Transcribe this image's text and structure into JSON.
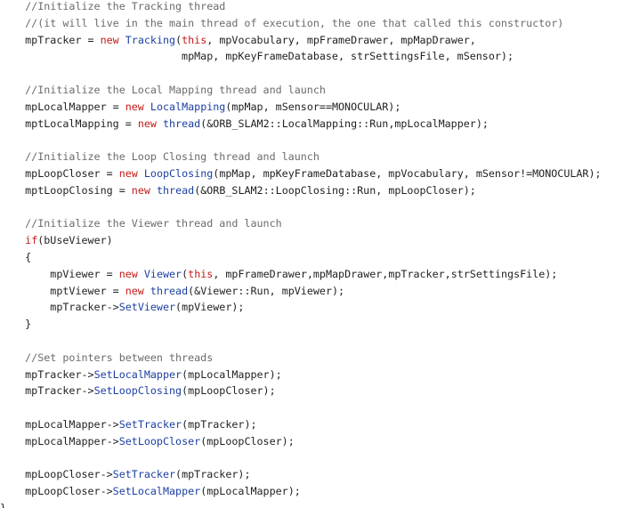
{
  "colors": {
    "background": "#ffffff",
    "plain": "#1f1f1f",
    "comment": "#6b6b6b",
    "keyword": "#c41a16",
    "type": "#1c3fa3"
  },
  "code": {
    "lines": [
      [
        [
          "comment",
          "    //Initialize the Tracking thread"
        ]
      ],
      [
        [
          "comment",
          "    //(it will live in the main thread of execution, the one that called this constructor)"
        ]
      ],
      [
        [
          "plain",
          "    mpTracker = "
        ],
        [
          "keyword",
          "new"
        ],
        [
          "plain",
          " "
        ],
        [
          "type",
          "Tracking"
        ],
        [
          "plain",
          "("
        ],
        [
          "keyword",
          "this"
        ],
        [
          "plain",
          ", mpVocabulary, mpFrameDrawer, mpMapDrawer,"
        ]
      ],
      [
        [
          "plain",
          "                             mpMap, mpKeyFrameDatabase, strSettingsFile, mSensor);"
        ]
      ],
      [],
      [
        [
          "comment",
          "    //Initialize the Local Mapping thread and launch"
        ]
      ],
      [
        [
          "plain",
          "    mpLocalMapper = "
        ],
        [
          "keyword",
          "new"
        ],
        [
          "plain",
          " "
        ],
        [
          "type",
          "LocalMapping"
        ],
        [
          "plain",
          "(mpMap, mSensor==MONOCULAR);"
        ]
      ],
      [
        [
          "plain",
          "    mptLocalMapping = "
        ],
        [
          "keyword",
          "new"
        ],
        [
          "plain",
          " "
        ],
        [
          "type",
          "thread"
        ],
        [
          "plain",
          "(&ORB_SLAM2::LocalMapping::Run,mpLocalMapper);"
        ]
      ],
      [],
      [
        [
          "comment",
          "    //Initialize the Loop Closing thread and launch"
        ]
      ],
      [
        [
          "plain",
          "    mpLoopCloser = "
        ],
        [
          "keyword",
          "new"
        ],
        [
          "plain",
          " "
        ],
        [
          "type",
          "LoopClosing"
        ],
        [
          "plain",
          "(mpMap, mpKeyFrameDatabase, mpVocabulary, mSensor!=MONOCULAR);"
        ]
      ],
      [
        [
          "plain",
          "    mptLoopClosing = "
        ],
        [
          "keyword",
          "new"
        ],
        [
          "plain",
          " "
        ],
        [
          "type",
          "thread"
        ],
        [
          "plain",
          "(&ORB_SLAM2::LoopClosing::Run, mpLoopCloser);"
        ]
      ],
      [],
      [
        [
          "comment",
          "    //Initialize the Viewer thread and launch"
        ]
      ],
      [
        [
          "plain",
          "    "
        ],
        [
          "keyword",
          "if"
        ],
        [
          "plain",
          "(bUseViewer)"
        ]
      ],
      [
        [
          "plain",
          "    {"
        ]
      ],
      [
        [
          "plain",
          "        mpViewer = "
        ],
        [
          "keyword",
          "new"
        ],
        [
          "plain",
          " "
        ],
        [
          "type",
          "Viewer"
        ],
        [
          "plain",
          "("
        ],
        [
          "keyword",
          "this"
        ],
        [
          "plain",
          ", mpFrameDrawer,mpMapDrawer,mpTracker,strSettingsFile);"
        ]
      ],
      [
        [
          "plain",
          "        mptViewer = "
        ],
        [
          "keyword",
          "new"
        ],
        [
          "plain",
          " "
        ],
        [
          "type",
          "thread"
        ],
        [
          "plain",
          "(&Viewer::Run, mpViewer);"
        ]
      ],
      [
        [
          "plain",
          "        mpTracker->"
        ],
        [
          "type",
          "SetViewer"
        ],
        [
          "plain",
          "(mpViewer);"
        ]
      ],
      [
        [
          "plain",
          "    }"
        ]
      ],
      [],
      [
        [
          "comment",
          "    //Set pointers between threads"
        ]
      ],
      [
        [
          "plain",
          "    mpTracker->"
        ],
        [
          "type",
          "SetLocalMapper"
        ],
        [
          "plain",
          "(mpLocalMapper);"
        ]
      ],
      [
        [
          "plain",
          "    mpTracker->"
        ],
        [
          "type",
          "SetLoopClosing"
        ],
        [
          "plain",
          "(mpLoopCloser);"
        ]
      ],
      [],
      [
        [
          "plain",
          "    mpLocalMapper->"
        ],
        [
          "type",
          "SetTracker"
        ],
        [
          "plain",
          "(mpTracker);"
        ]
      ],
      [
        [
          "plain",
          "    mpLocalMapper->"
        ],
        [
          "type",
          "SetLoopCloser"
        ],
        [
          "plain",
          "(mpLoopCloser);"
        ]
      ],
      [],
      [
        [
          "plain",
          "    mpLoopCloser->"
        ],
        [
          "type",
          "SetTracker"
        ],
        [
          "plain",
          "(mpTracker);"
        ]
      ],
      [
        [
          "plain",
          "    mpLoopCloser->"
        ],
        [
          "type",
          "SetLocalMapper"
        ],
        [
          "plain",
          "(mpLocalMapper);"
        ]
      ],
      [
        [
          "plain",
          "}"
        ]
      ]
    ]
  }
}
